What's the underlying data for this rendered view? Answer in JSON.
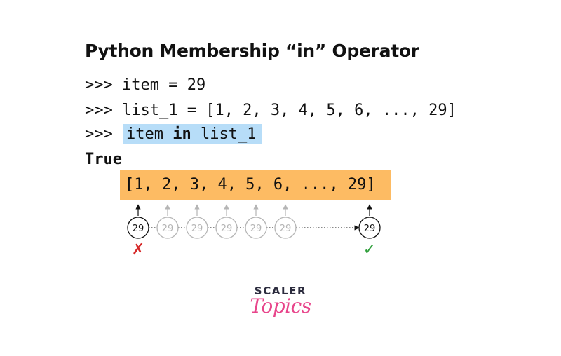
{
  "title": "Python Membership “in” Operator",
  "code": {
    "prompt": ">>>",
    "line1": "item = 29",
    "line2": "list_1 = [1, 2, 3, 4, 5, 6, ..., 29]",
    "line3_item": "item",
    "line3_keyword": "in",
    "line3_target": "list_1"
  },
  "result": "True",
  "list_display": "[1, 2, 3, 4, 5, 6, ..., 29]",
  "search": {
    "value": "29",
    "steps": 7,
    "fail_mark": "✗",
    "success_mark": "✓",
    "colors": {
      "active": "#111111",
      "faded": "#b5b5b5",
      "fail": "#d62828",
      "success": "#2e9e3a"
    }
  },
  "logo": {
    "top": "SCALER",
    "bottom": "Topics"
  }
}
